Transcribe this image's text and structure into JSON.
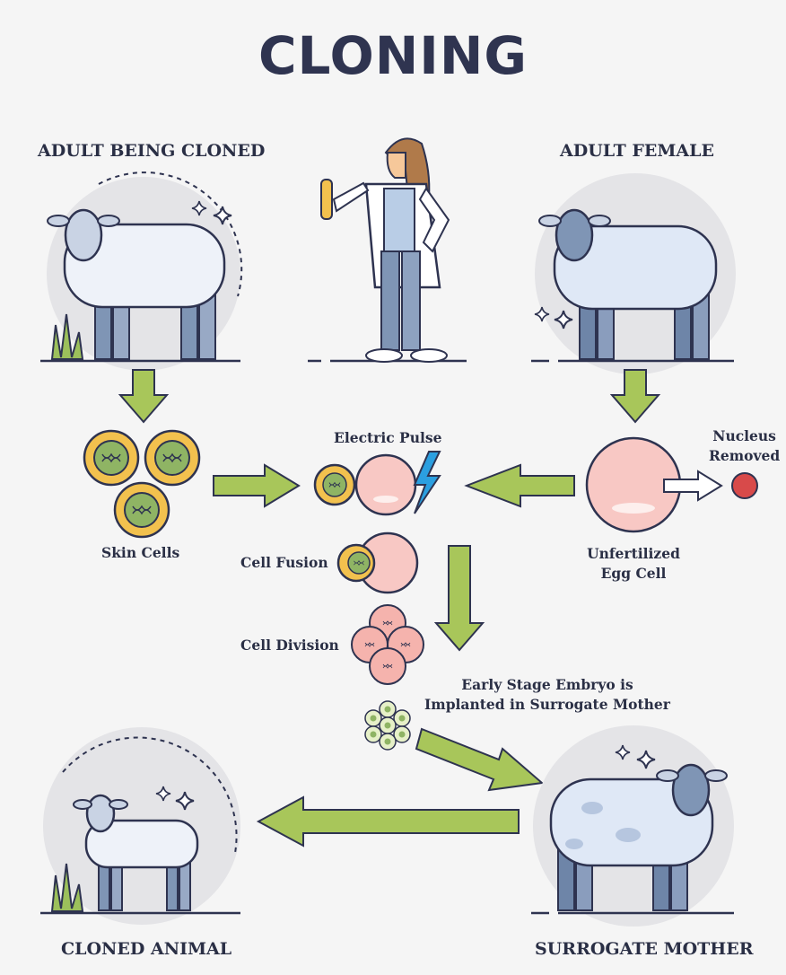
{
  "title": "CLONING",
  "labels": {
    "adult_being_cloned": "ADULT BEING CLONED",
    "adult_female": "ADULT FEMALE",
    "electric_pulse": "Electric Pulse",
    "nucleus_removed": "Nucleus\nRemoved",
    "skin_cells": "Skin Cells",
    "cell_fusion": "Cell Fusion",
    "unfertilized_egg_cell": "Unfertilized\nEgg Cell",
    "cell_division": "Cell Division",
    "embryo_implanted": "Early Stage Embryo is\nImplanted in Surrogate Mother",
    "cloned_animal": "CLONED ANIMAL",
    "surrogate_mother": "SURROGATE MOTHER"
  },
  "colors": {
    "arrow_green": "#a8c65a",
    "arrow_stroke": "#2e3350",
    "skin_cell": "#f2c14e",
    "egg_cell": "#f8c8c4",
    "nucleus": "#d84a4a",
    "sheep_body": "#e9eef7",
    "sheep_legs": "#7f95b5",
    "bolt": "#2b9fe0"
  }
}
